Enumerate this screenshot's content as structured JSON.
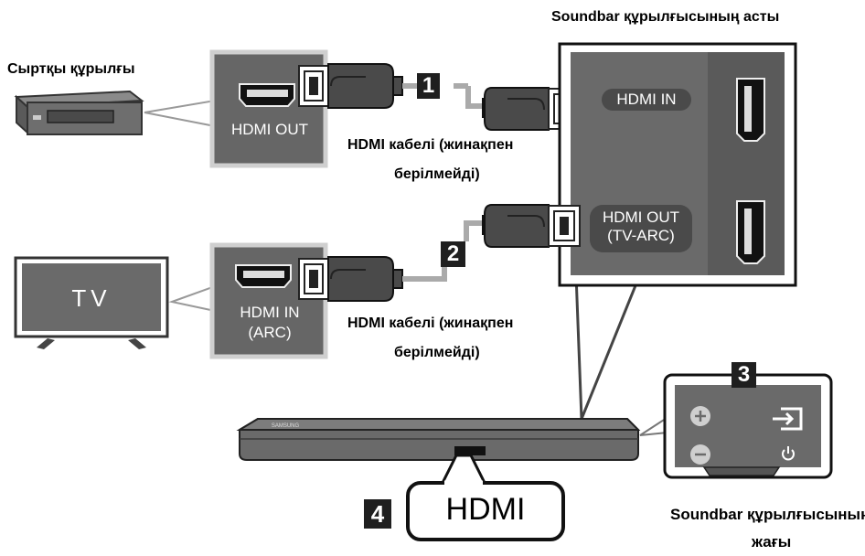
{
  "labels": {
    "soundbar_bottom": "Soundbar құрылғысының асты",
    "external_device": "Сыртқы құрылғы",
    "cable_1_line1": "HDMI кабелі (жинақпен",
    "cable_1_line2": "берілмейді)",
    "cable_2_line1": "HDMI кабелі (жинақпен",
    "cable_2_line2": "берілмейді)",
    "soundbar_right_line1": "Soundbar құрылғысының оң",
    "soundbar_right_line2": "жағы"
  },
  "ports": {
    "external_hdmi_out": "HDMI OUT",
    "tv_hdmi_in_line1": "HDMI IN",
    "tv_hdmi_in_line2": "(ARC)",
    "soundbar_hdmi_in": "HDMI IN",
    "soundbar_hdmi_out_line1": "HDMI OUT",
    "soundbar_hdmi_out_line2": "(TV-ARC)"
  },
  "tv_label": "TV",
  "brand_mark": "SAMSUNG",
  "hdmi_callout": "HDMI",
  "badges": {
    "b1": "1",
    "b2": "2",
    "b3": "3",
    "b4": "4"
  },
  "colors": {
    "panel": "#686868",
    "panel_dark": "#555555",
    "panel_border": "#d4d4d4",
    "cable": "#3a3a3a",
    "device": "#6a6a6a",
    "badge": "#1f1f1f"
  }
}
